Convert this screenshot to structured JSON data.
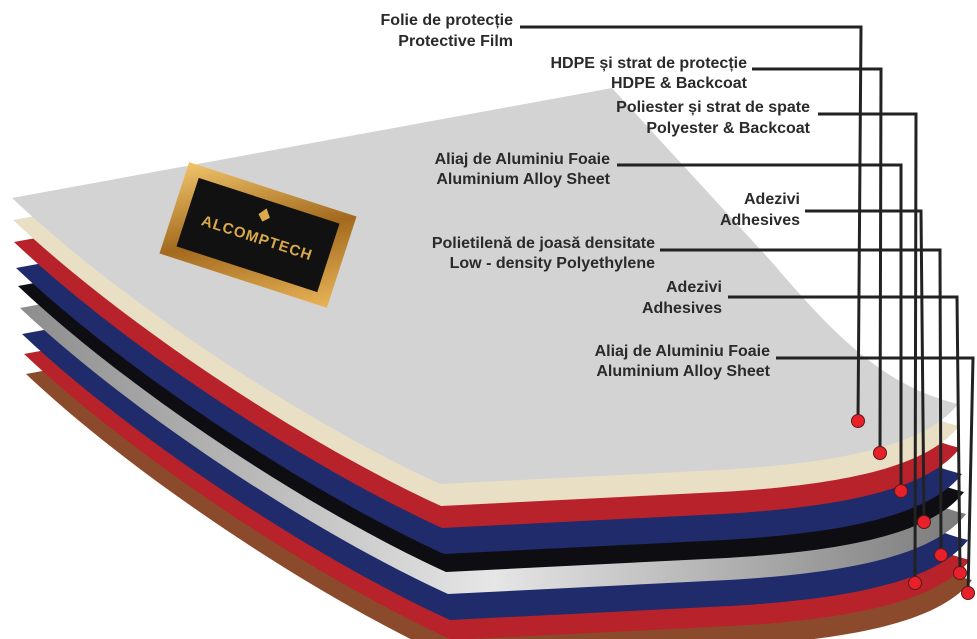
{
  "logo": {
    "text": "ALCOMPTECH"
  },
  "layers": [
    {
      "ro": "Folie de protecție",
      "en": "Protective Film"
    },
    {
      "ro": "HDPE și strat de protecție",
      "en": "HDPE & Backcoat"
    },
    {
      "ro": "Poliester și strat de spate",
      "en": "Polyester & Backcoat"
    },
    {
      "ro": "Aliaj de Aluminiu Foaie",
      "en": "Aluminium Alloy Sheet"
    },
    {
      "ro": "Adezivi",
      "en": "Adhesives"
    },
    {
      "ro": "Polietilenă de joasă densitate",
      "en": "Low - density Polyethylene"
    },
    {
      "ro": "Adezivi",
      "en": "Adhesives"
    },
    {
      "ro": "Aliaj de Aluminiu Foaie",
      "en": "Aluminium Alloy Sheet"
    }
  ],
  "colors": {
    "top": "#d3d3d3",
    "cream": "#e8dfc4",
    "red": "#b8232b",
    "navy": "#1f2b6b",
    "black": "#0e0e12",
    "silver": "#b9b9b9",
    "brown": "#8b4a2b",
    "dot": "#e8202a",
    "line": "#222222"
  }
}
